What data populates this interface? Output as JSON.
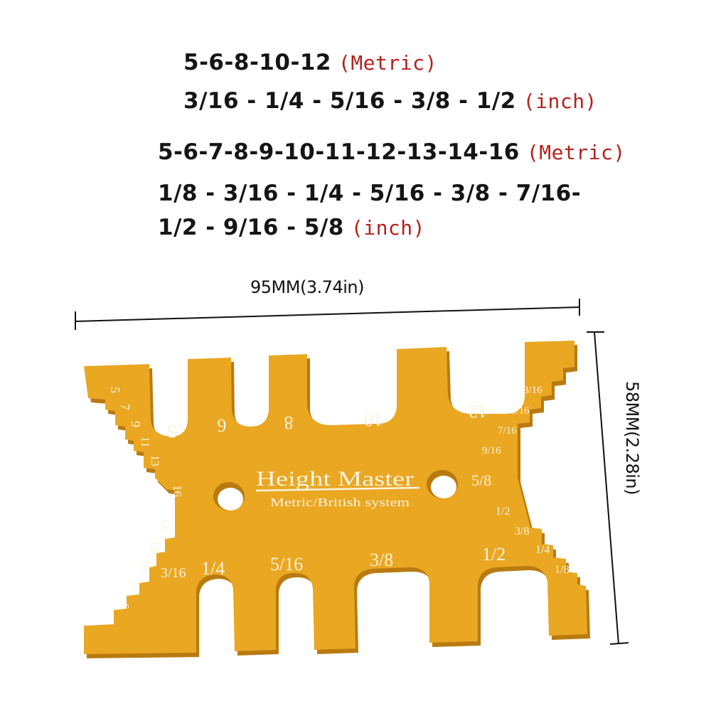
{
  "specs": {
    "lines": [
      {
        "values": "5-6-8-10-12",
        "unit": "(Metric)"
      },
      {
        "values": "3/16 - 1/4 - 5/16 - 3/8 - 1/2",
        "unit": "(inch)"
      },
      {
        "values": "5-6-7-8-9-10-11-12-13-14-16",
        "unit": "(Metric)"
      },
      {
        "values": "1/8 - 3/16 - 1/4 - 5/16 - 3/8 - 7/16-",
        "unit": ""
      },
      {
        "values": "1/2 - 9/16 - 5/8",
        "unit": "(inch)"
      }
    ]
  },
  "dimensions": {
    "width_label": "95MM(3.74in)",
    "height_label": "58MM(2.28in)"
  },
  "gauge": {
    "colors": {
      "body": "#e9a722",
      "edge": "#b97a10",
      "engraving": "#fbf3df"
    },
    "title": "Height Master",
    "subtitle": "Metric/British system",
    "top_slots_metric": [
      "5",
      "6",
      "8",
      "10",
      "12"
    ],
    "bottom_slots_inch": [
      "3/16",
      "1/4",
      "5/16",
      "3/8",
      "1/2"
    ],
    "left_upper_steps_metric": [
      "5",
      "7",
      "9",
      "11",
      "13",
      "16"
    ],
    "left_lower_steps_metric": [
      "14",
      "12",
      "10",
      "8",
      "6"
    ],
    "right_upper_steps_inch": [
      "3/16",
      "5/16",
      "7/16",
      "9/16",
      "5/8"
    ],
    "right_lower_steps_inch": [
      "1/2",
      "3/8",
      "1/4",
      "1/8"
    ],
    "holes": 2
  }
}
